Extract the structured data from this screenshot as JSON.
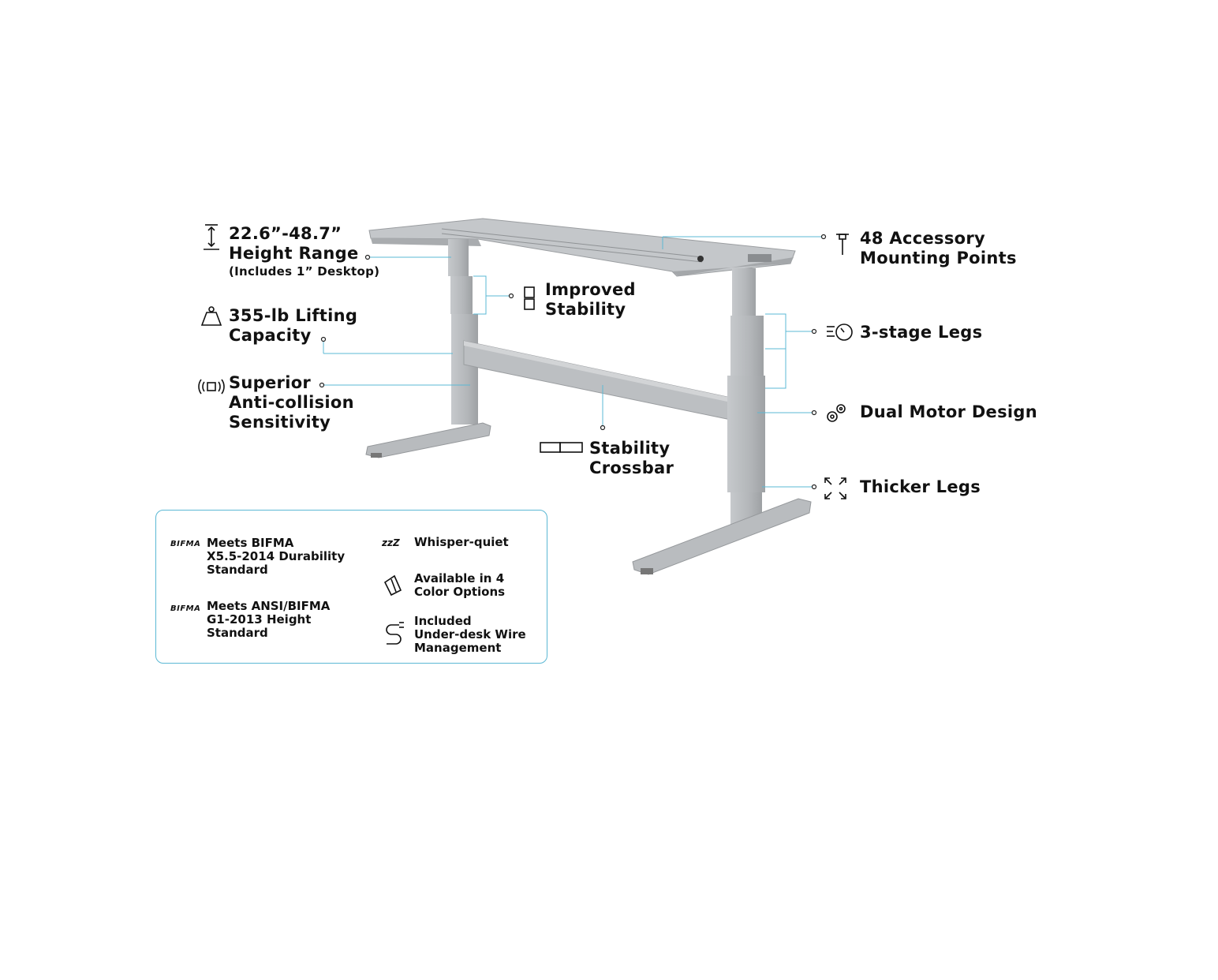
{
  "colors": {
    "leader": "#5bb8d4",
    "frame": "#b9bcbf",
    "frame_dark": "#8e9194",
    "text": "#111111"
  },
  "features": {
    "height_range": {
      "line1": "22.6”-48.7”",
      "line2": "Height Range",
      "note": "(Includes 1” Desktop)",
      "icon": "up-down-arrow-icon"
    },
    "lifting": {
      "line1": "355-lb Lifting",
      "line2": "Capacity",
      "icon": "weight-icon"
    },
    "anti_collision": {
      "line1": "Superior",
      "line2": "Anti-collision",
      "line3": "Sensitivity",
      "icon": "sensor-icon"
    },
    "stability": {
      "line1": "Improved",
      "line2": "Stability",
      "icon": "column-icon"
    },
    "crossbar": {
      "line1": "Stability",
      "line2": "Crossbar",
      "icon": "crossbar-icon"
    },
    "mounting": {
      "line1": "48 Accessory",
      "line2": "Mounting Points",
      "icon": "bolt-icon"
    },
    "legs": {
      "line1": "3-stage Legs",
      "icon": "speed-timer-icon"
    },
    "motor": {
      "line1": "Dual Motor Design",
      "icon": "gears-icon"
    },
    "thicker": {
      "line1": "Thicker Legs",
      "icon": "expand-arrows-icon"
    }
  },
  "specs": {
    "bifma_logo": "BIFMA",
    "durability": {
      "line1": "Meets BIFMA",
      "line2": "X5.5-2014 Durability",
      "line3": "Standard"
    },
    "height_std": {
      "line1": "Meets ANSI/BIFMA",
      "line2": "G1-2013 Height",
      "line3": "Standard"
    },
    "quiet": {
      "line1": "Whisper-quiet",
      "icon": "zzz-icon"
    },
    "colors_opt": {
      "line1": "Available in 4",
      "line2": "Color Options",
      "icon": "swatch-icon"
    },
    "wire": {
      "line1": "Included",
      "line2": "Under-desk Wire",
      "line3": "Management",
      "icon": "cable-icon"
    }
  }
}
